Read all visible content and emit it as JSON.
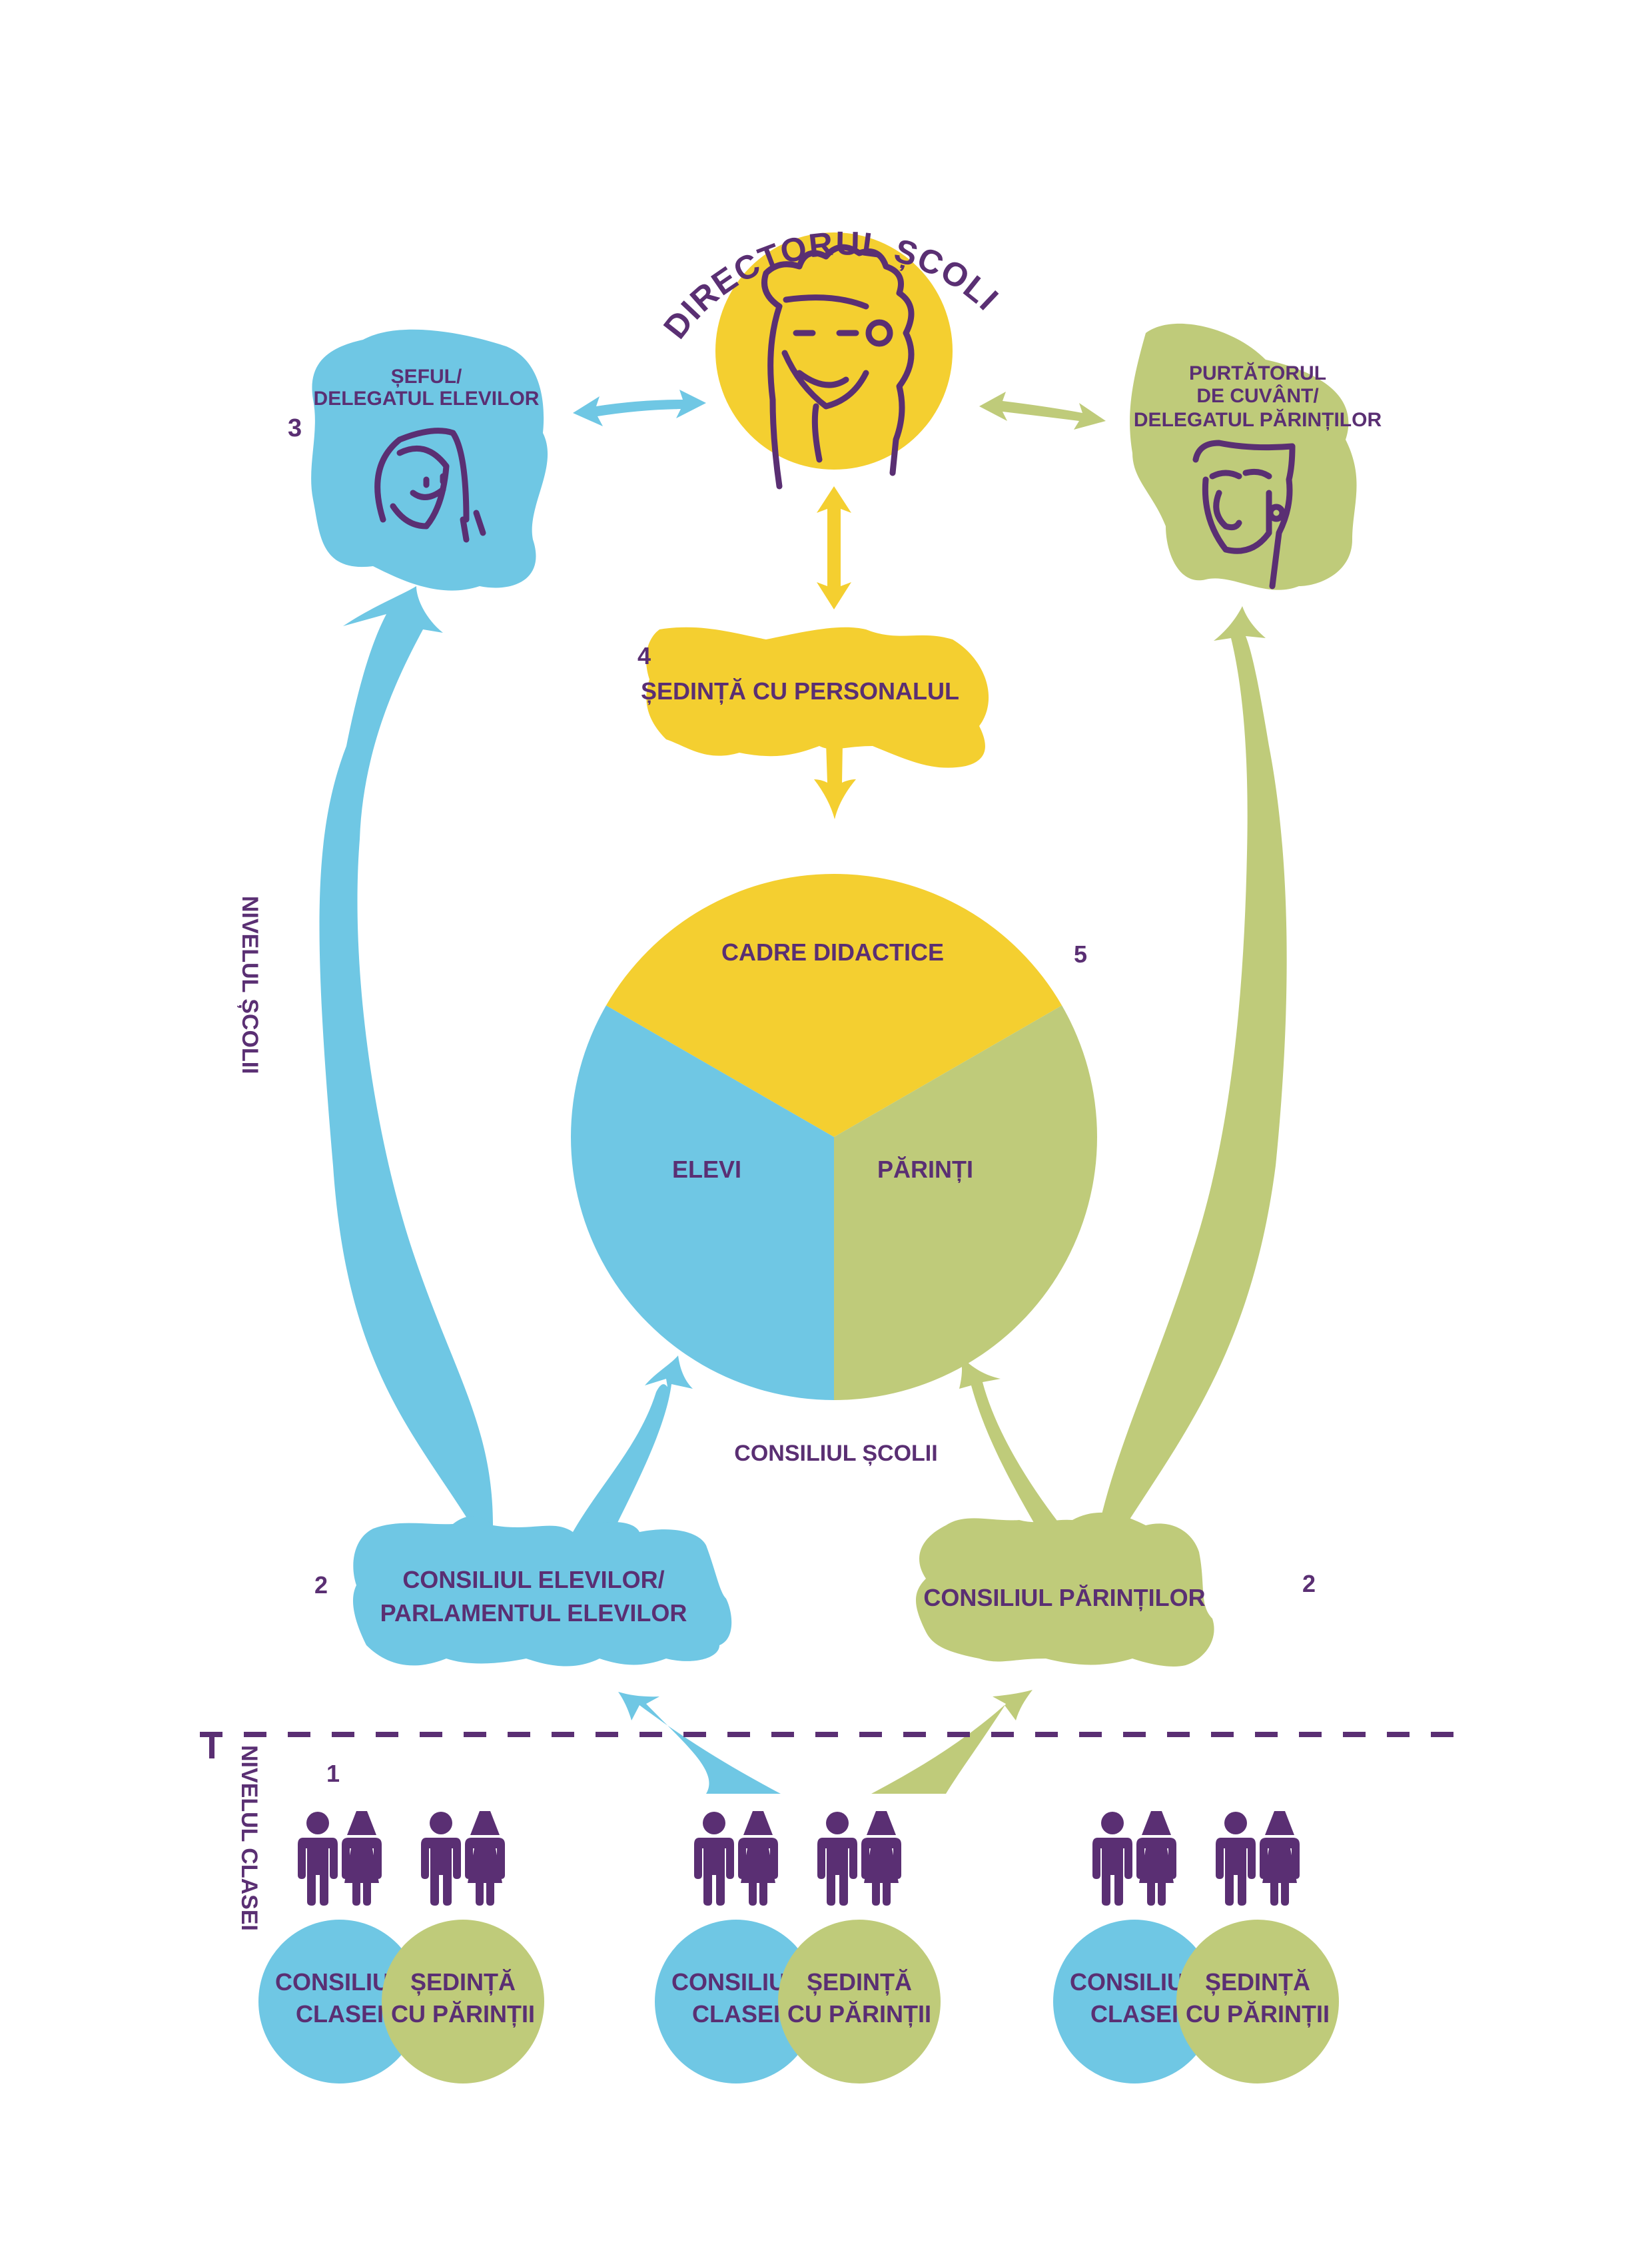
{
  "colors": {
    "purple": "#5a2f73",
    "blue": "#6fc7e4",
    "yellow": "#f4cf30",
    "green": "#bfcb7a",
    "background": "#ffffff"
  },
  "levels": {
    "school": "NIVELUL ȘCOLII",
    "class": "NIVELUL CLASEI"
  },
  "director": {
    "title": "DIRECTORUL ȘCOLII",
    "icon": "director-face-icon"
  },
  "student_delegate": {
    "number": "3",
    "line1": "ȘEFUL/",
    "line2": "DELEGATUL ELEVILOR",
    "icon": "student-face-icon"
  },
  "parent_delegate": {
    "line1": "PURTĂTORUL",
    "line2": "DE CUVÂNT/",
    "line3": "DELEGATUL PĂRINȚILOR",
    "icon": "parent-face-icon"
  },
  "staff_meeting": {
    "number": "4",
    "label": "ȘEDINȚĂ CU PERSONALUL"
  },
  "school_council": {
    "number": "5",
    "caption": "CONSILIUL ȘCOLII",
    "segments": [
      {
        "label": "CADRE DIDACTICE",
        "color": "#f4cf30"
      },
      {
        "label": "ELEVI",
        "color": "#6fc7e4"
      },
      {
        "label": "PĂRINȚI",
        "color": "#bfcb7a"
      }
    ]
  },
  "student_council": {
    "number": "2",
    "line1": "CONSILIUL ELEVILOR/",
    "line2": "PARLAMENTUL ELEVILOR"
  },
  "parent_council": {
    "number": "2",
    "label": "CONSILIUL PĂRINȚILOR"
  },
  "class_level": {
    "number": "1",
    "groups": [
      {
        "class_council": {
          "line1": "CONSILIUL",
          "line2": "CLASEI"
        },
        "parent_meeting": {
          "line1": "ȘEDINȚĂ",
          "line2": "CU PĂRINȚII"
        }
      },
      {
        "class_council": {
          "line1": "CONSILIUL",
          "line2": "CLASEI"
        },
        "parent_meeting": {
          "line1": "ȘEDINȚĂ",
          "line2": "CU PĂRINȚII"
        }
      },
      {
        "class_council": {
          "line1": "CONSILIUL",
          "line2": "CLASEI"
        },
        "parent_meeting": {
          "line1": "ȘEDINȚĂ",
          "line2": "CU PĂRINȚII"
        }
      }
    ]
  }
}
